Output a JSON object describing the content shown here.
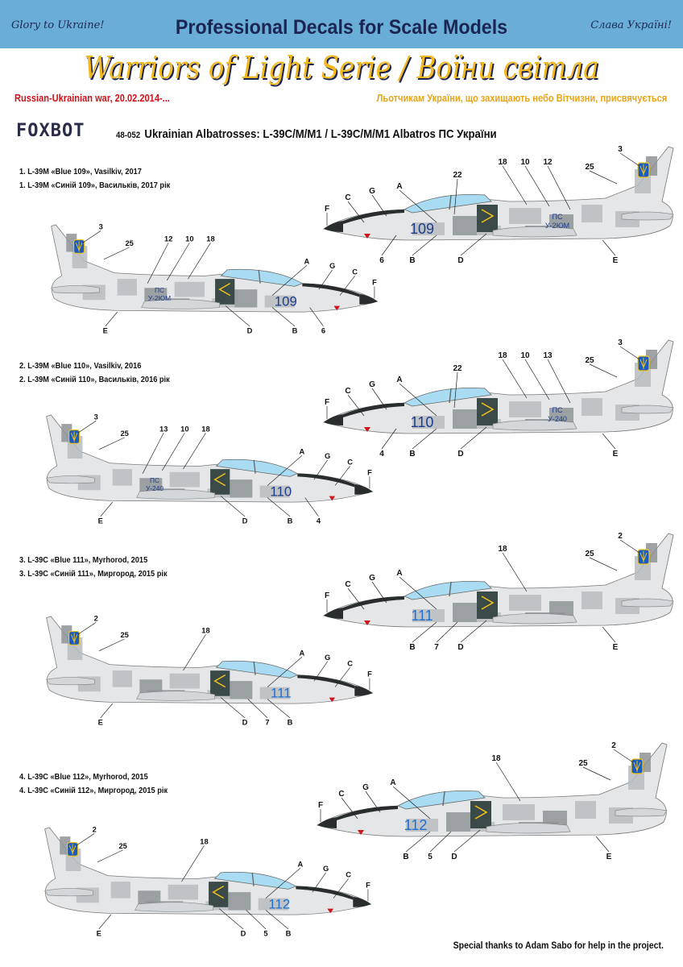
{
  "header": {
    "band_color": "#6aaed8",
    "glory_en": "Glory to Ukraine!",
    "glory_ua": "Слава Україні!",
    "title": "Professional Decals for Scale Models",
    "serie": "Warriors of Light Serie / Воїни світла",
    "war": "Russian-Ukrainian war, 20.02.2014-...",
    "dedication": "Льотчикам України, що захищають небо Вітчизни, присвячується"
  },
  "brand": {
    "logo": "FOXBOT",
    "code": "48-052",
    "product": "Ukrainian Albatrosses: L-39C/M/M1 / L-39C/M/M1 Albatros ПС України"
  },
  "colors": {
    "camo_light": "#e4e6e8",
    "camo_mid": "#b8bcc0",
    "camo_dark": "#8e9396",
    "anti_glare": "#2a2d2e",
    "canopy": "#a9dcf2",
    "number_blue": "#1c3c8c",
    "number_blue_bright": "#1e6fd0",
    "trident_blue": "#1c5cc0",
    "trident_yellow": "#f2c418",
    "d_panel": "#3a4a48"
  },
  "variants": [
    {
      "line_en": "1. L-39M «Blue 109», Vasilkiv, 2017",
      "line_ua": "1. L-39M «Синій 109», Васильків, 2017 рік",
      "number": "109",
      "pc_code": "У-2ЮМ",
      "pc_label": "ПС",
      "tail_mark": "3",
      "number_color": "#1c3c8c",
      "right_callouts": [
        "3",
        "25",
        "22",
        "18",
        "10",
        "12",
        "A",
        "G",
        "C",
        "F",
        "6",
        "B",
        "D",
        "E"
      ],
      "left_callouts": [
        "3",
        "25",
        "12",
        "10",
        "18",
        "A",
        "G",
        "C",
        "F",
        "E",
        "D",
        "B",
        "6"
      ]
    },
    {
      "line_en": "2. L-39M «Blue 110», Vasilkiv, 2016",
      "line_ua": "2. L-39M «Синій 110», Васильків, 2016 рік",
      "number": "110",
      "pc_code": "У-240",
      "pc_label": "ПС",
      "tail_mark": "3",
      "number_color": "#1c3c8c",
      "right_callouts": [
        "3",
        "25",
        "22",
        "18",
        "10",
        "13",
        "A",
        "G",
        "C",
        "F",
        "4",
        "B",
        "D",
        "E"
      ],
      "left_callouts": [
        "3",
        "25",
        "13",
        "10",
        "18",
        "A",
        "G",
        "C",
        "F",
        "E",
        "D",
        "B",
        "4"
      ]
    },
    {
      "line_en": "3. L-39C «Blue 111», Myrhorod, 2015",
      "line_ua": "3. L-39C «Синій 111», Миргород, 2015 рік",
      "number": "111",
      "pc_code": "",
      "pc_label": "",
      "tail_mark": "2",
      "number_color": "#1e6fd0",
      "right_callouts": [
        "2",
        "25",
        "18",
        "G",
        "C",
        "F",
        "B",
        "A",
        "7",
        "D",
        "E"
      ],
      "left_callouts": [
        "2",
        "25",
        "18",
        "A",
        "G",
        "C",
        "F",
        "E",
        "D",
        "7",
        "B"
      ]
    },
    {
      "line_en": "4. L-39C «Blue 112», Myrhorod, 2015",
      "line_ua": "4. L-39C «Синій 112», Миргород, 2015 рік",
      "number": "112",
      "pc_code": "",
      "pc_label": "",
      "tail_mark": "2",
      "number_color": "#1e6fd0",
      "right_callouts": [
        "2",
        "25",
        "18",
        "G",
        "C",
        "F",
        "A",
        "B",
        "5",
        "D",
        "E"
      ],
      "left_callouts": [
        "2",
        "25",
        "18",
        "B",
        "G",
        "C",
        "F",
        "E",
        "D",
        "5",
        "A"
      ]
    }
  ],
  "footer": {
    "thanks": "Special thanks to Adam Sabo for help in the project."
  }
}
